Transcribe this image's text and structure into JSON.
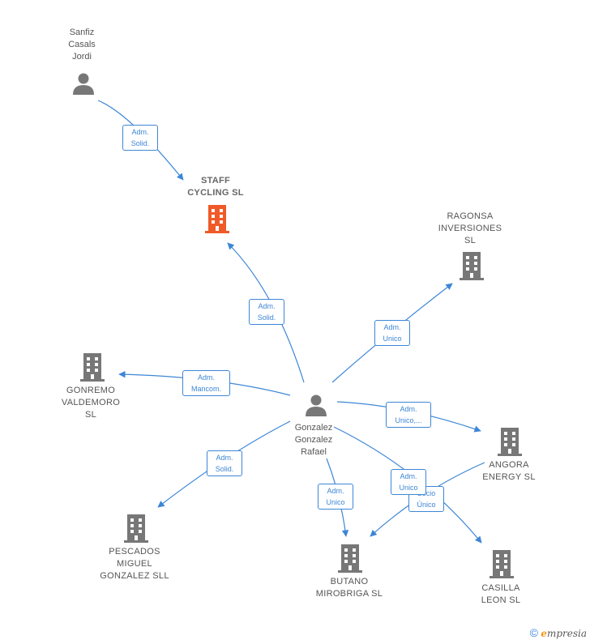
{
  "nodes": {
    "sanfiz": {
      "label": "Sanfiz\nCasals\nJordi",
      "type": "person"
    },
    "staff": {
      "label": "STAFF\nCYCLING  SL",
      "type": "company-focus"
    },
    "ragonsa": {
      "label": "RAGONSA\nINVERSIONES\nSL",
      "type": "company"
    },
    "gonremo": {
      "label": "GONREMO\nVALDEMORO\nSL",
      "type": "company"
    },
    "gonzalez": {
      "label": "Gonzalez\nGonzalez\nRafael",
      "type": "person"
    },
    "angora": {
      "label": "ANGORA\nENERGY  SL",
      "type": "company"
    },
    "pescados": {
      "label": "PESCADOS\nMIGUEL\nGONZALEZ SLL",
      "type": "company"
    },
    "butano": {
      "label": "BUTANO\nMIROBRIGA SL",
      "type": "company"
    },
    "casilla": {
      "label": "CASILLA\nLEON  SL",
      "type": "company"
    }
  },
  "edges": {
    "sanfiz_staff": "Adm.\nSolid.",
    "gonzalez_staff": "Adm.\nSolid.",
    "gonzalez_ragonsa": "Adm.\nUnico",
    "gonzalez_gonremo": "Adm.\nMancom.",
    "gonzalez_angora": "Adm.\nUnico,...",
    "gonzalez_pescados": "Adm.\nSolid.",
    "gonzalez_butano": "Adm.\nUnico",
    "gonzalez_casilla": "Adm.\nUnico",
    "angora_butano": "Socio\nÚnico"
  },
  "colors": {
    "edge": "#3d86d6",
    "focus": "#f05a28",
    "icon": "#777777"
  },
  "footer": {
    "copyright": "©",
    "brand_first": "e",
    "brand_rest": "mpresia"
  }
}
